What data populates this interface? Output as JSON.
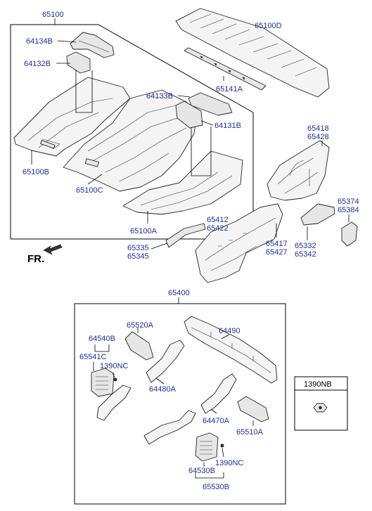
{
  "labels": {
    "l65100": "65100",
    "l64134B": "64134B",
    "l64132B": "64132B",
    "l65100B": "65100B",
    "l65100C": "65100C",
    "l64133B": "64133B",
    "l64131B": "64131B",
    "l65100A": "65100A",
    "l65100D": "65100D",
    "l65141A": "65141A",
    "l65418": "65418",
    "l65428": "65428",
    "l65374": "65374",
    "l65384": "65384",
    "l65412": "65412",
    "l65422": "65422",
    "l65335": "65335",
    "l65345": "65345",
    "l65417": "65417",
    "l65427": "65427",
    "l65332": "65332",
    "l65342": "65342",
    "l65400": "65400",
    "l65520A": "65520A",
    "l64490": "64490",
    "l64540B": "64540B",
    "l65541C": "65541C",
    "l1390NC_a": "1390NC",
    "l64480A": "64480A",
    "l64470A": "64470A",
    "l65510A": "65510A",
    "l1390NC_b": "1390NC",
    "l64530B": "64530B",
    "l65530B": "65530B",
    "l1390NB": "1390NB"
  },
  "direction": {
    "text": "FR."
  }
}
